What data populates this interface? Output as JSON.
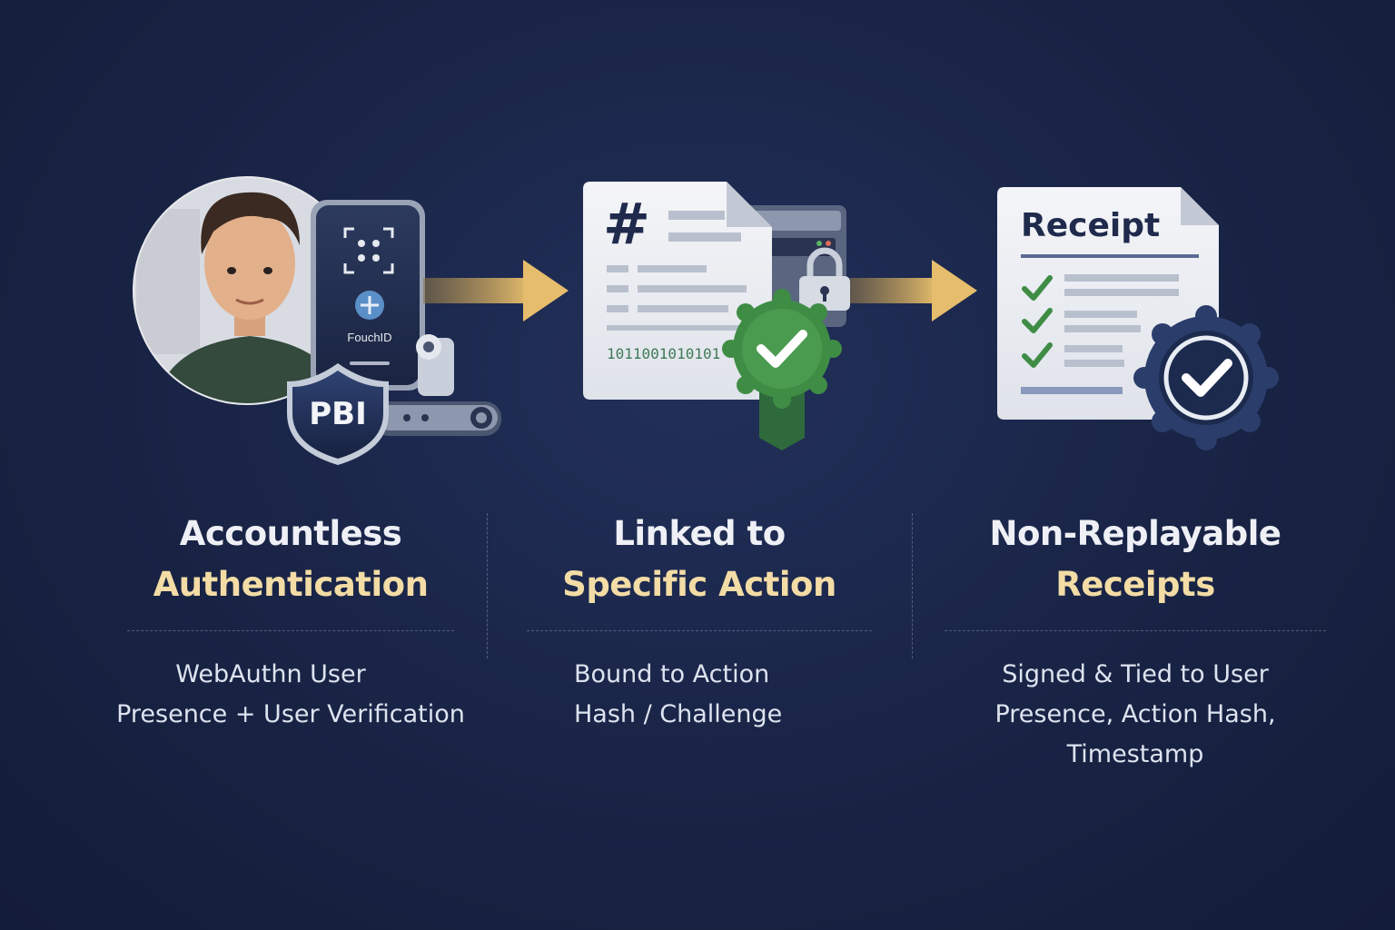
{
  "steps": [
    {
      "title_line1": "Accountless",
      "title_line2": "Authentication",
      "desc_line1": "WebAuthn User",
      "desc_line2": "Presence + User Verification",
      "shield_text": "PBI",
      "phone_label": "FouchID"
    },
    {
      "title_line1": "Linked to",
      "title_line2": "Specific Action",
      "desc_line1": "Bound to Action",
      "desc_line2": "Hash / Challenge",
      "doc_symbol": "#",
      "binary_text": "1011001010101"
    },
    {
      "title_line1": "Non-Replayable",
      "title_line2": "Receipts",
      "desc_line1": "Signed & Tied to User",
      "desc_line2": "Presence, Action Hash, Timestamp",
      "doc_title": "Receipt"
    }
  ],
  "colors": {
    "background": "#1a2548",
    "title_primary": "#eef0f6",
    "title_accent": "#f3dca5",
    "arrow": "#e0b968",
    "check_green": "#3f8c45",
    "badge_navy": "#2b3d6b"
  },
  "icons": [
    "user-avatar",
    "phone-faceid-icon",
    "shield-icon",
    "usb-key-icon",
    "arrow-right-icon",
    "hash-document-icon",
    "server-icon",
    "lock-icon",
    "verified-badge-icon",
    "receipt-document-icon",
    "checkmark-icon",
    "seal-badge-icon"
  ]
}
